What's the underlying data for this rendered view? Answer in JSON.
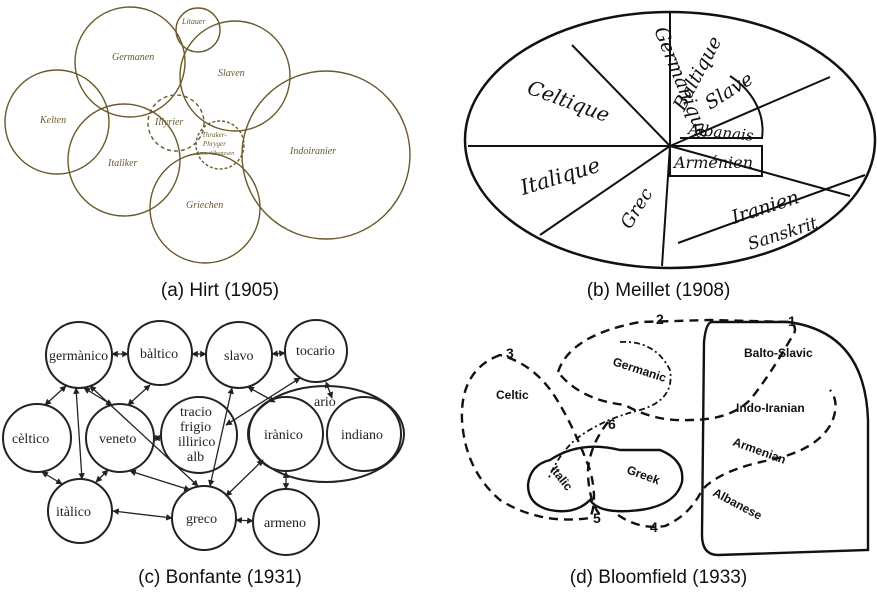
{
  "captions": {
    "a": "(a) Hirt (1905)",
    "b": "(b) Meillet (1908)",
    "c": "(c) Bonfante (1931)",
    "d": "(d) Bloomfield (1933)"
  },
  "hirt": {
    "germanen": "Germanen",
    "litauer": "Litauer",
    "slaven": "Slaven",
    "kelten": "Kelten",
    "illyrier": "Illyrier",
    "thraker1": "Thraker-",
    "thraker2": "Phryger",
    "thraker3": "Arm. Albanesen",
    "italiker": "Italiker",
    "indoiranier": "Indoiranier",
    "griechen": "Griechen"
  },
  "meillet": {
    "germanique": "Germanique",
    "baltique": "Baltique",
    "slave": "Slave",
    "celtique": "Celtique",
    "albanais": "Albanais",
    "italique": "Italique",
    "armenien": "Arménien",
    "grec": "Grec",
    "iranien": "Iranien",
    "sanskrit": "Sanskrit"
  },
  "bonfante": {
    "germanico": "germànico",
    "baltico": "bàltico",
    "slavo": "slavo",
    "tocario": "tocario",
    "ario": "ario",
    "celtico": "cèltico",
    "veneto": "veneto",
    "tracio": "tracio",
    "frigio": "frigio",
    "illirico": "illirico",
    "alb": "alb",
    "iranico": "irànico",
    "indiano": "indiano",
    "italico": "itàlico",
    "greco": "greco",
    "armeno": "armeno"
  },
  "bloomfield": {
    "n1": "1",
    "n2": "2",
    "n3": "3",
    "n4": "4",
    "n5": "5",
    "n6": "6",
    "celtic": "Celtic",
    "germanic": "Germanic",
    "balto_slavic": "Balto-Slavic",
    "indo_iranian": "Indo-Iranian",
    "armenian": "Armenian",
    "italic": "Italic",
    "greek": "Greek",
    "albanese": "Albanese"
  },
  "colors": {
    "hirt_line": "#6a5a2a",
    "ink": "#111111"
  }
}
